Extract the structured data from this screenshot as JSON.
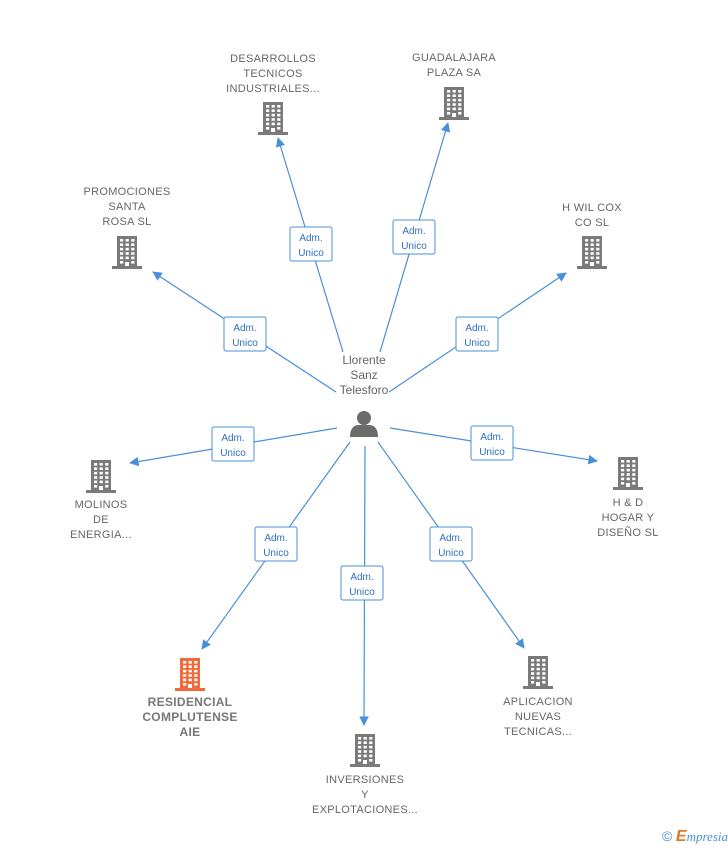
{
  "center": {
    "name_lines": [
      "Llorente",
      "Sanz",
      "Telesforo"
    ],
    "icon": "person-icon"
  },
  "edge_label": [
    "Adm.",
    "Unico"
  ],
  "nodes": [
    {
      "id": "desarrollos",
      "label_lines": [
        "DESARROLLOS",
        "TECNICOS",
        "INDUSTRIALES..."
      ],
      "highlight": false
    },
    {
      "id": "guadalajara",
      "label_lines": [
        "GUADALAJARA",
        "PLAZA SA"
      ],
      "highlight": false
    },
    {
      "id": "promociones",
      "label_lines": [
        "PROMOCIONES",
        "SANTA",
        "ROSA  SL"
      ],
      "highlight": false
    },
    {
      "id": "hwilcox",
      "label_lines": [
        "H WIL COX",
        "CO  SL"
      ],
      "highlight": false
    },
    {
      "id": "molinos",
      "label_lines": [
        "MOLINOS",
        "DE",
        "ENERGIA..."
      ],
      "highlight": false
    },
    {
      "id": "hyd",
      "label_lines": [
        "H & D",
        "HOGAR Y",
        "DISEÑO  SL"
      ],
      "highlight": false
    },
    {
      "id": "residencial",
      "label_lines": [
        "RESIDENCIAL",
        "COMPLUTENSE",
        "AIE"
      ],
      "highlight": true
    },
    {
      "id": "inversiones",
      "label_lines": [
        "INVERSIONES",
        "Y",
        "EXPLOTACIONES..."
      ],
      "highlight": false
    },
    {
      "id": "aplicacion",
      "label_lines": [
        "APLICACION",
        "NUEVAS",
        "TECNICAS..."
      ],
      "highlight": false
    }
  ],
  "colors": {
    "edge": "#4a8fd9",
    "building": "#7a7a7a",
    "building_highlight": "#f06a3a",
    "person": "#6b6b6b"
  },
  "footer": {
    "copyright": "©",
    "brand_initial": "E",
    "brand_rest": "mpresia"
  }
}
